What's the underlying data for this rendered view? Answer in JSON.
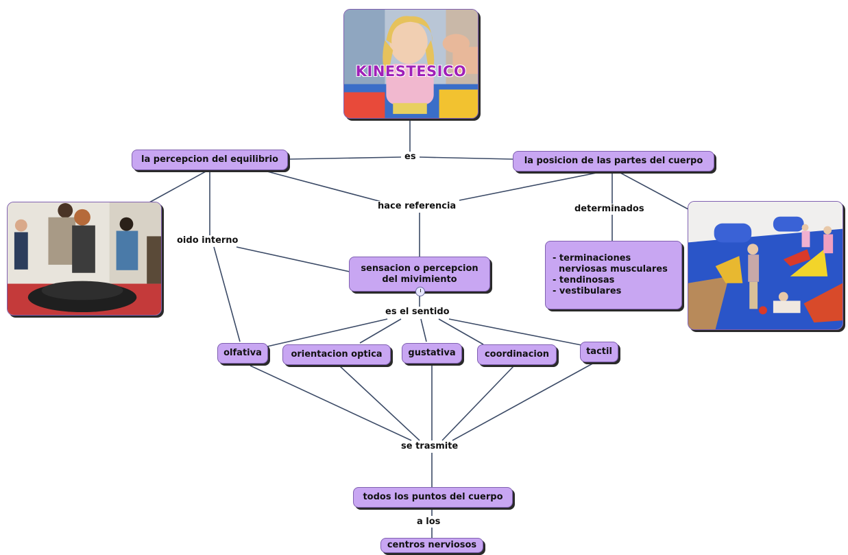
{
  "title_node": {
    "label": "KINESTESICO"
  },
  "nodes": {
    "equilibrio": "la percepcion del equilibrio",
    "posicion": "la posicion de las partes del cuerpo",
    "sensacion_line1": "sensacion o percepcion",
    "sensacion_line2": "del mivimiento",
    "terminaciones": [
      "- terminaciones",
      "  nerviosas musculares",
      "- tendinosas",
      "- vestibulares"
    ],
    "olfativa": "olfativa",
    "orientacion": "orientacion optica",
    "gustativa": "gustativa",
    "coordinacion": "coordinacion",
    "tactil": "tactil",
    "todos": "todos los puntos del cuerpo",
    "centros": "centros nerviosos"
  },
  "links": {
    "es": "es",
    "hace_referencia": "hace referencia",
    "determinados": "determinados",
    "oido_interno": "oido interno",
    "es_el_sentido": "es el sentido",
    "se_trasmite": "se trasmite",
    "a_los": "a los"
  },
  "icons": {
    "resource_clock": "clock-icon"
  },
  "colors": {
    "node_fill": "#c8a6f2",
    "node_border": "#7f5fb0",
    "edge": "#3b4a66",
    "title_text": "#a020b8"
  }
}
